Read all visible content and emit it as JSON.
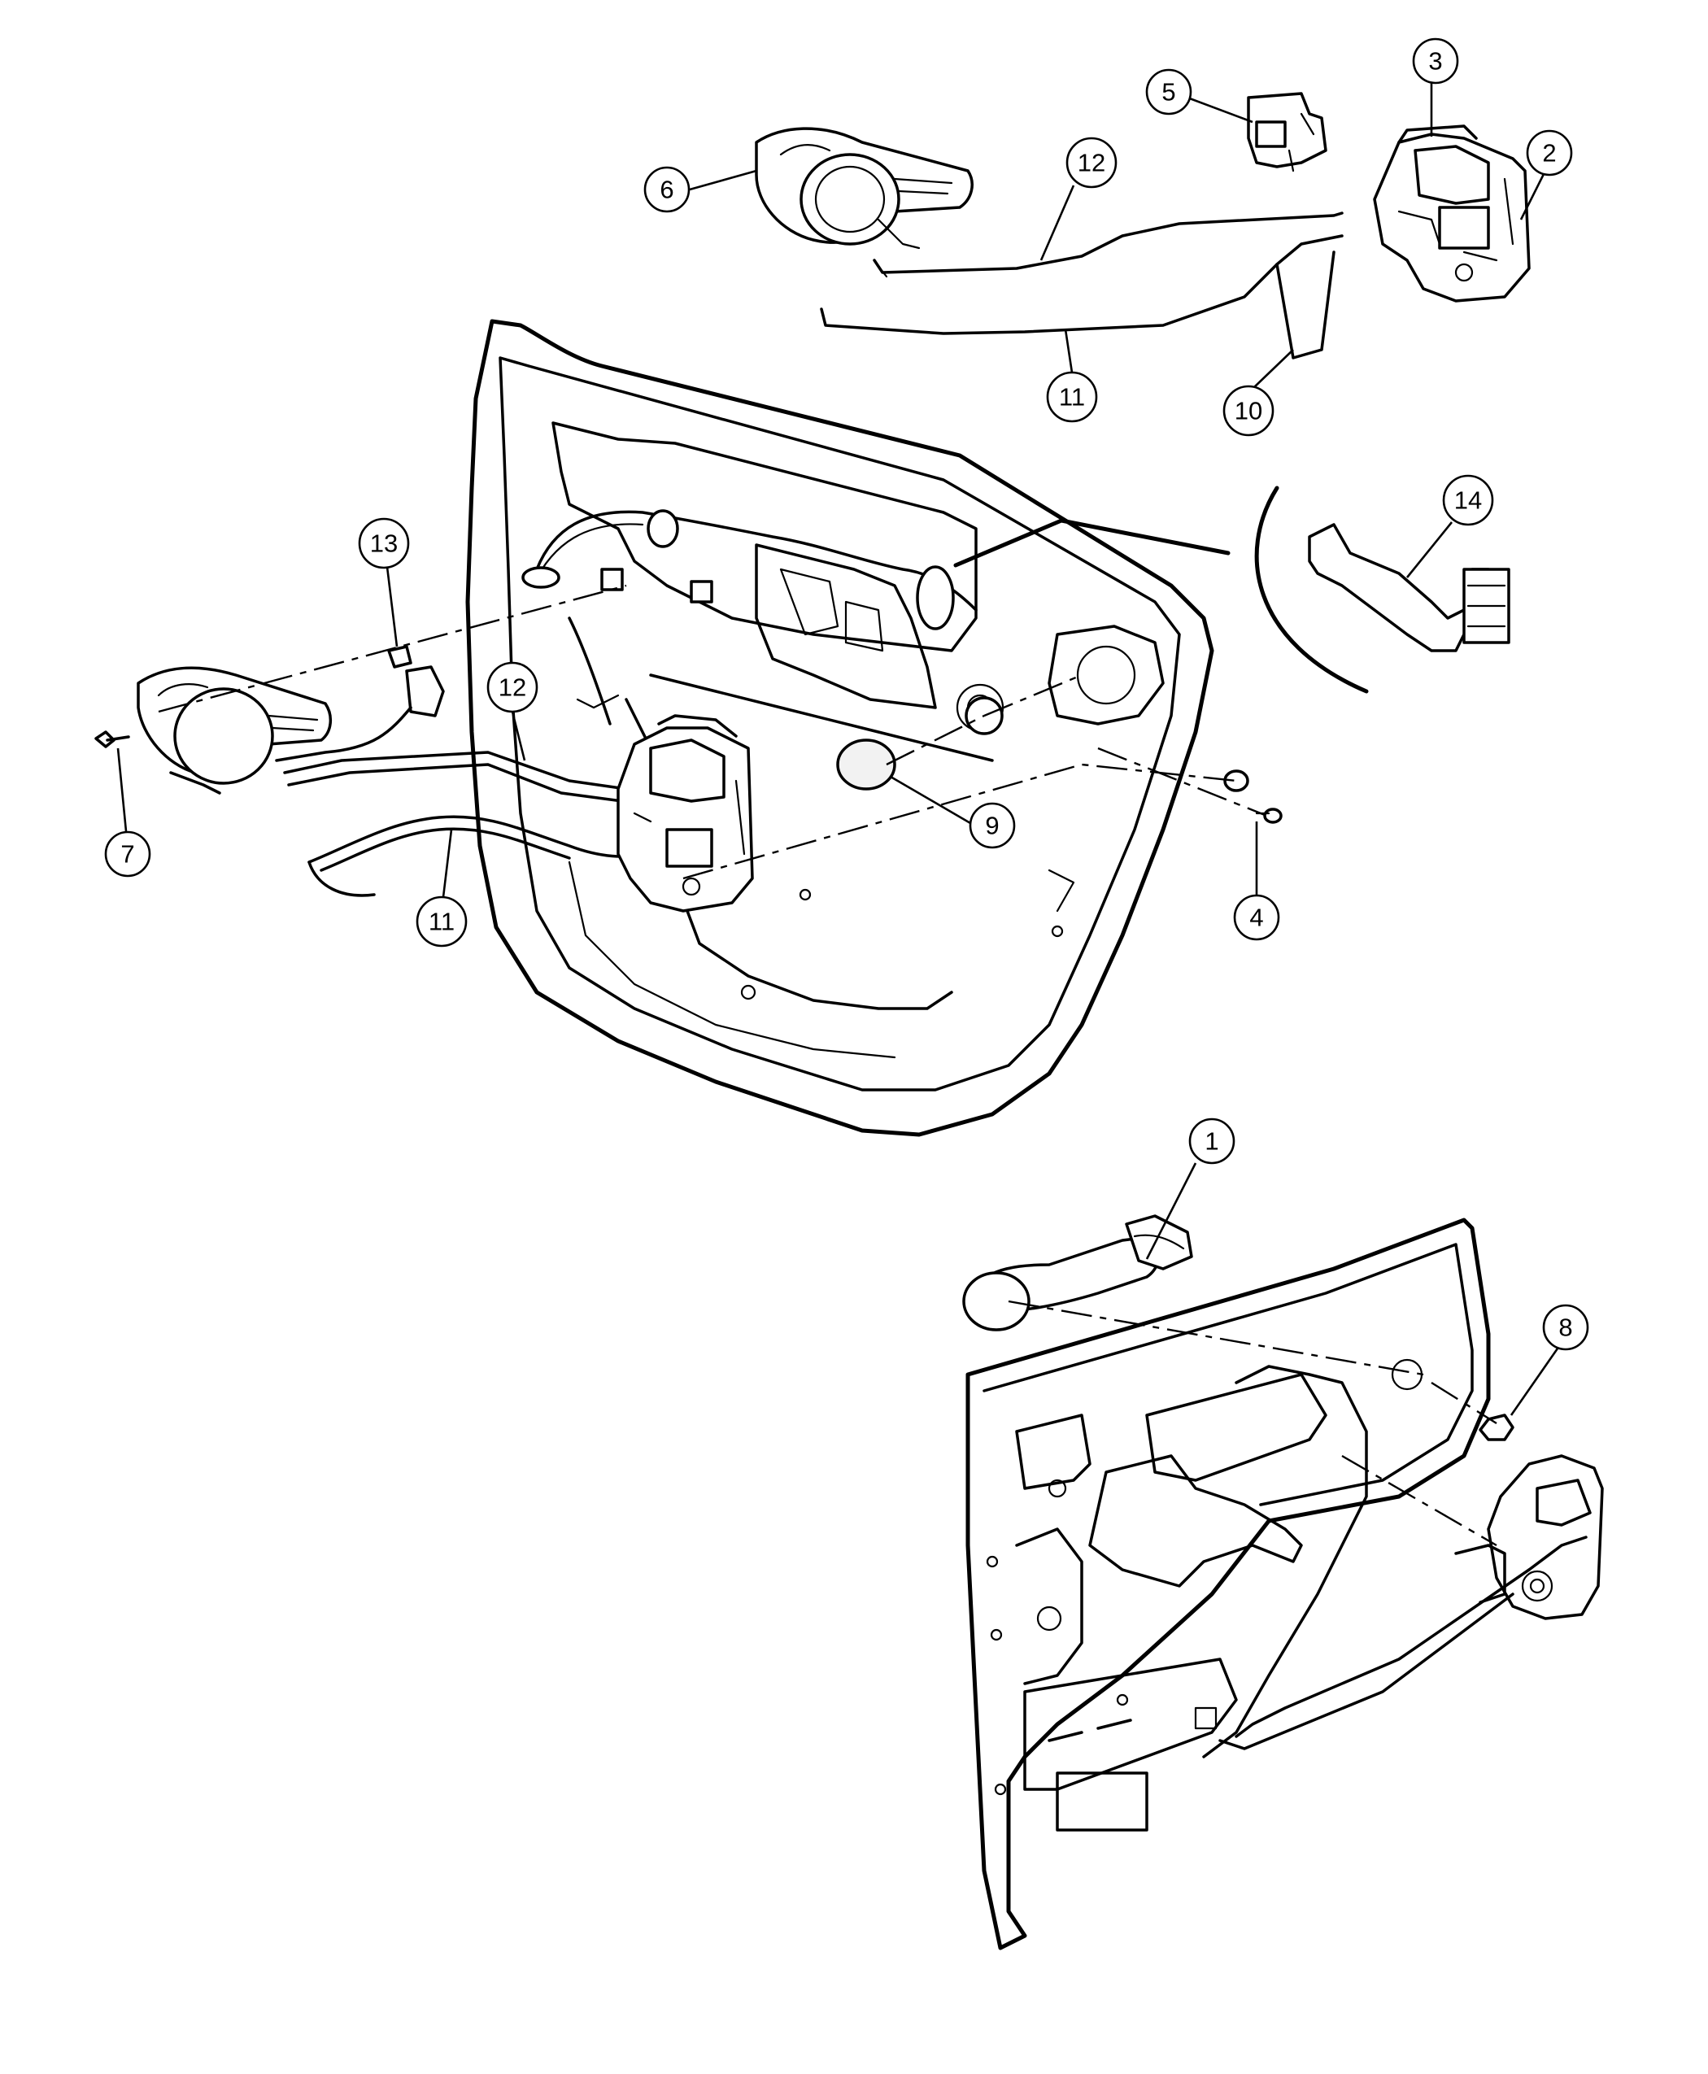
{
  "callouts": [
    {
      "id": "callout-1",
      "label": "1"
    },
    {
      "id": "callout-2",
      "label": "2"
    },
    {
      "id": "callout-3",
      "label": "3"
    },
    {
      "id": "callout-4",
      "label": "4"
    },
    {
      "id": "callout-5",
      "label": "5"
    },
    {
      "id": "callout-6",
      "label": "6"
    },
    {
      "id": "callout-7",
      "label": "7"
    },
    {
      "id": "callout-8",
      "label": "8"
    },
    {
      "id": "callout-9",
      "label": "9"
    },
    {
      "id": "callout-10",
      "label": "10"
    },
    {
      "id": "callout-11a",
      "label": "11"
    },
    {
      "id": "callout-11b",
      "label": "11"
    },
    {
      "id": "callout-12a",
      "label": "12"
    },
    {
      "id": "callout-12b",
      "label": "12"
    },
    {
      "id": "callout-13",
      "label": "13"
    },
    {
      "id": "callout-14",
      "label": "14"
    }
  ]
}
